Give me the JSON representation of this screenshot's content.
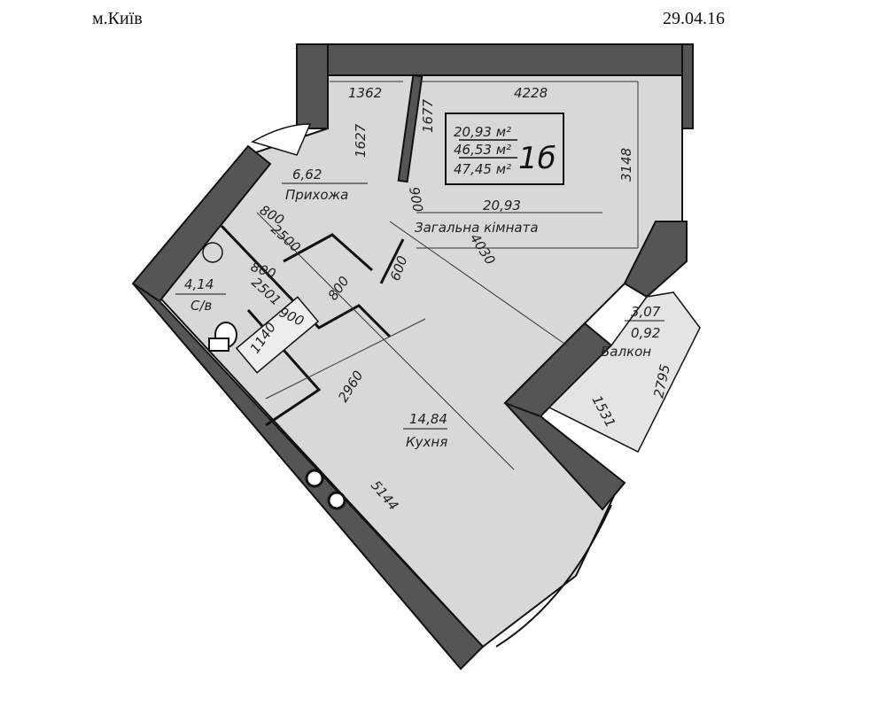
{
  "header": {
    "city": "м.Київ",
    "date": "29.04.16"
  },
  "plan": {
    "apartment_label": "1б",
    "areas_box": {
      "living_area": "20,93 м²",
      "total_area": "46,53 м²",
      "total_area_with_balcony": "47,45 м²"
    },
    "rooms": {
      "hallway": {
        "area": "6,62",
        "name": "Прихожа"
      },
      "living_room": {
        "area": "20,93",
        "name": "Загальна кімната"
      },
      "bathroom": {
        "area": "4,14",
        "name": "С/в"
      },
      "kitchen": {
        "area": "14,84",
        "name": "Кухня"
      },
      "balcony": {
        "area": "3,07",
        "coef_area": "0,92",
        "name": "Балкон"
      }
    },
    "dimensions": {
      "d1362": "1362",
      "d4228": "4228",
      "d1627": "1627",
      "d1677": "1677",
      "d3148": "3148",
      "d4030": "4030",
      "d2500": "2500",
      "d2501": "2501",
      "d1140": "1140",
      "d2960": "2960",
      "d2795": "2795",
      "d1531": "1531",
      "d5144": "5144",
      "d600": "600",
      "d900": "900",
      "d800a": "800",
      "d800b": "800",
      "d800c": "800",
      "d900b": "900"
    },
    "colors": {
      "wall": "#555555",
      "floor": "#d8d8d8",
      "line": "#111111"
    }
  }
}
